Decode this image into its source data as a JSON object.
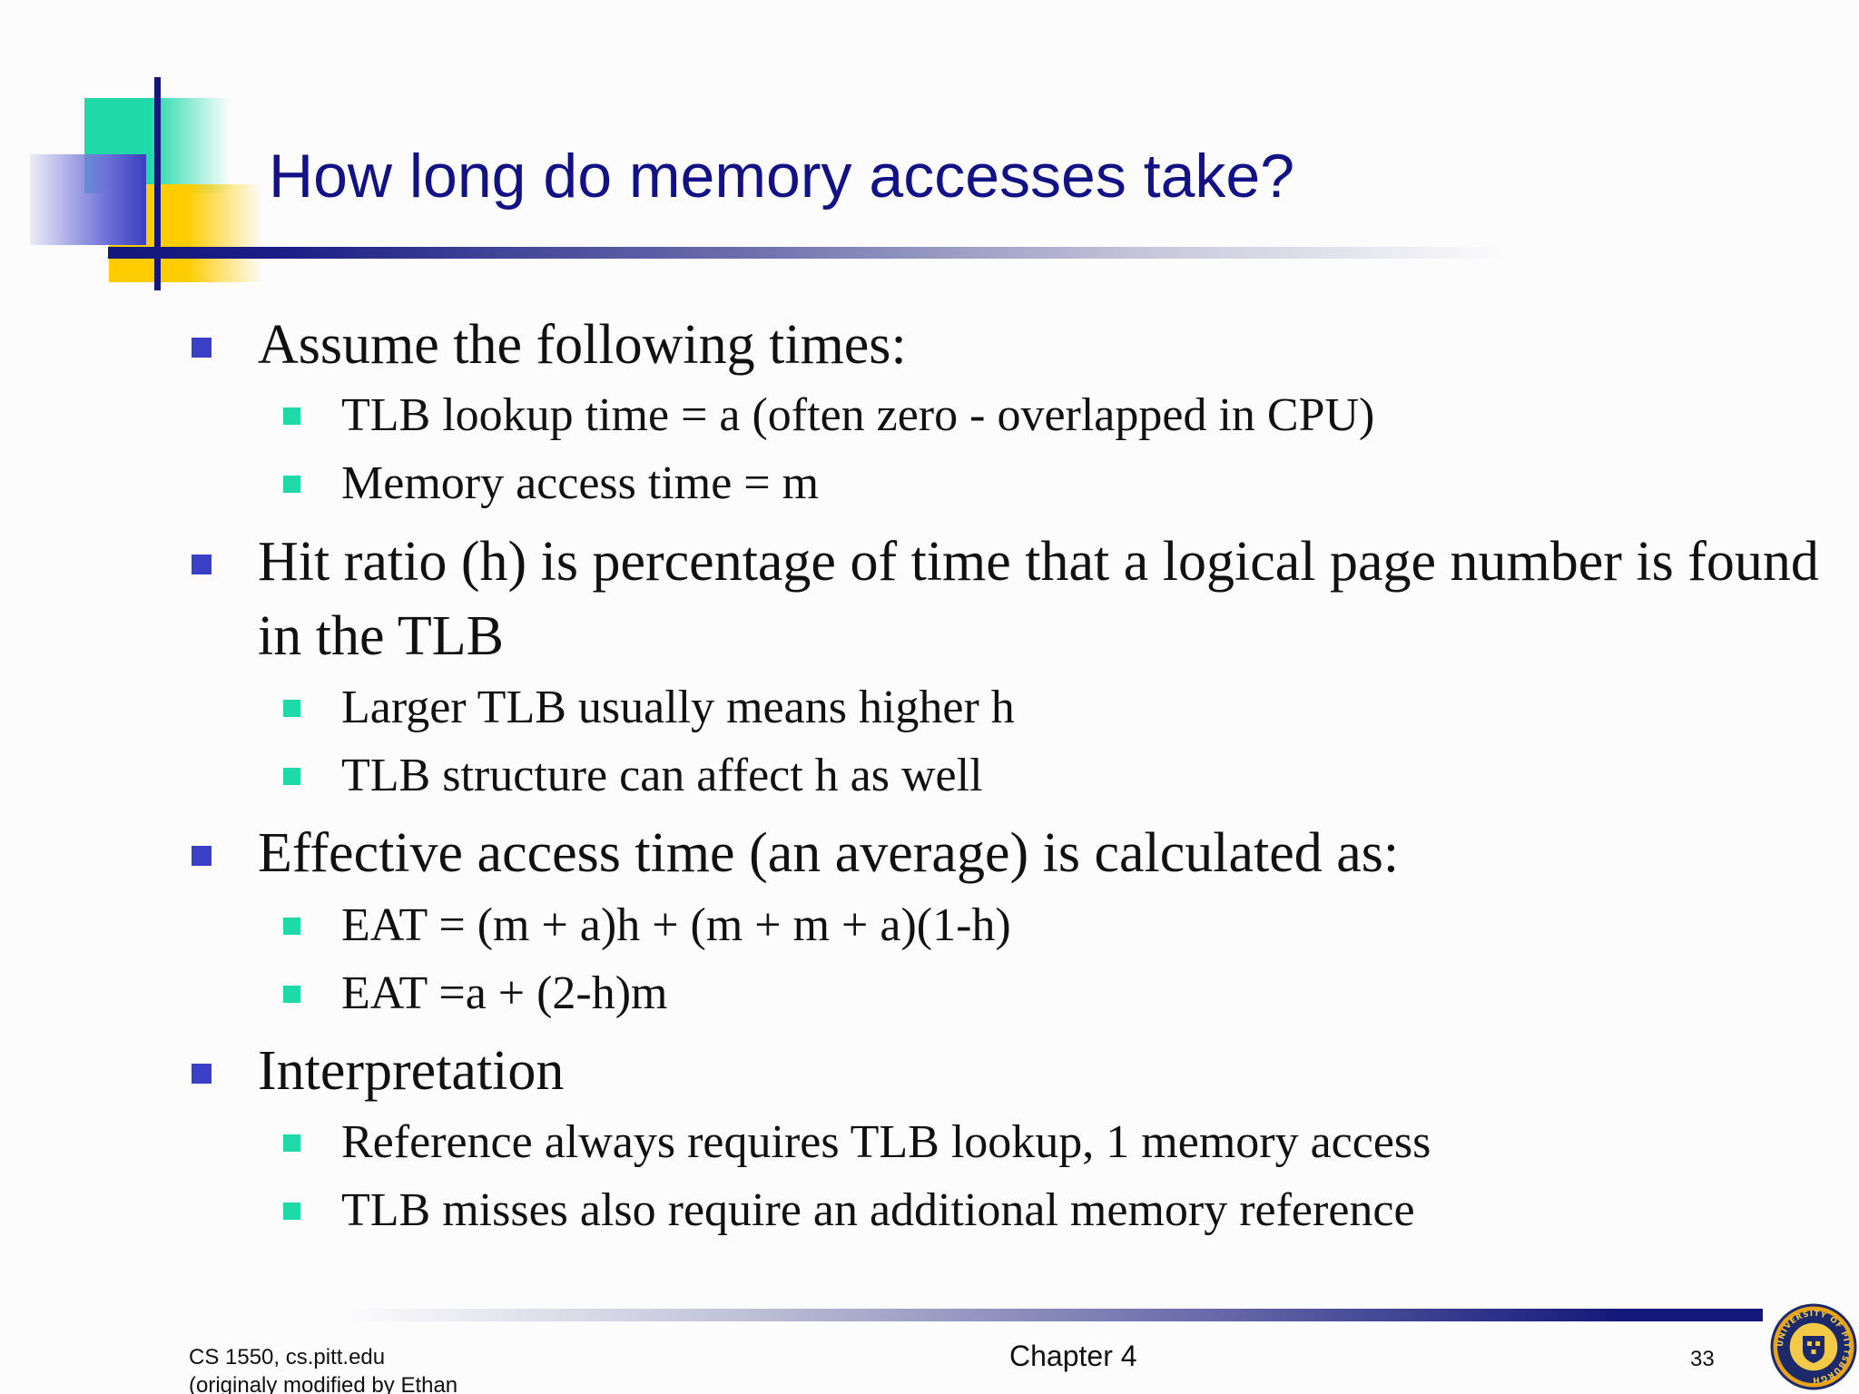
{
  "title": "How long do memory accesses take?",
  "bullets": [
    {
      "text": "Assume the following times:",
      "sub": [
        "TLB lookup time = a (often zero - overlapped in CPU)",
        "Memory access time = m"
      ]
    },
    {
      "text": "Hit ratio (h) is percentage of time that a logical page number is found in the TLB",
      "sub": [
        "Larger TLB usually means higher h",
        "TLB structure can affect h as well"
      ]
    },
    {
      "text": "Effective access time (an average) is calculated as:",
      "sub": [
        "EAT = (m + a)h + (m + m + a)(1-h)",
        "EAT =a + (2-h)m"
      ]
    },
    {
      "text": "Interpretation",
      "sub": [
        "Reference always requires TLB lookup, 1 memory access",
        "TLB misses also require an additional memory reference"
      ]
    }
  ],
  "footer": {
    "course": "CS 1550, cs.pitt.edu",
    "credit": "(originaly modified by Ethan",
    "chapter": "Chapter 4",
    "page": "33",
    "seal_text": "UNIVERSITY OF PITTSBURGH"
  },
  "colors": {
    "title": "#121286",
    "bullet_l1": "#3a3fc6",
    "bullet_l2": "#1fd9a8",
    "accent_navy": "#14187a",
    "accent_yellow": "#ffcc00"
  }
}
